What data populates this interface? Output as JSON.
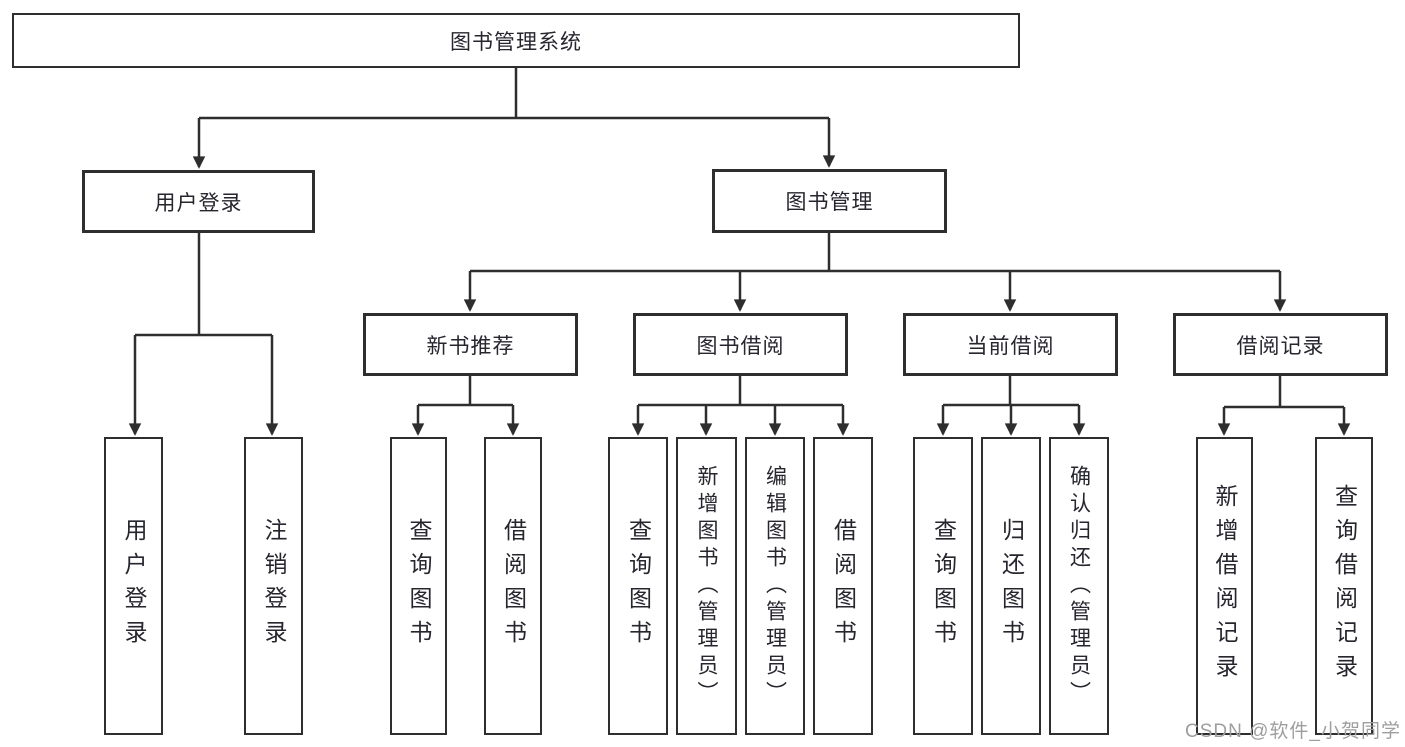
{
  "diagram": {
    "nodes": {
      "root": "图书管理系统",
      "user_login": "用户登录",
      "book_mgmt": "图书管理",
      "new_book": "新书推荐",
      "book_borrow": "图书借阅",
      "current_borrow": "当前借阅",
      "borrow_records": "借阅记录",
      "ul_login": "用户登录",
      "ul_logout": "注销登录",
      "nb_query": "查询图书",
      "nb_borrow": "借阅图书",
      "bb_query": "查询图书",
      "bb_add": "新增图书（管理员）",
      "bb_edit": "编辑图书（管理员）",
      "bb_borrow": "借阅图书",
      "cb_query": "查询图书",
      "cb_return": "归还图书",
      "cb_confirm": "确认归还（管理员）",
      "br_add": "新增借阅记录",
      "br_query": "查询借阅记录"
    },
    "hierarchy": [
      {
        "parent": "图书管理系统",
        "children": [
          "用户登录",
          "图书管理"
        ]
      },
      {
        "parent": "用户登录",
        "children": [
          "用户登录",
          "注销登录"
        ]
      },
      {
        "parent": "图书管理",
        "children": [
          "新书推荐",
          "图书借阅",
          "当前借阅",
          "借阅记录"
        ]
      },
      {
        "parent": "新书推荐",
        "children": [
          "查询图书",
          "借阅图书"
        ]
      },
      {
        "parent": "图书借阅",
        "children": [
          "查询图书",
          "新增图书（管理员）",
          "编辑图书（管理员）",
          "借阅图书"
        ]
      },
      {
        "parent": "当前借阅",
        "children": [
          "查询图书",
          "归还图书",
          "确认归还（管理员）"
        ]
      },
      {
        "parent": "借阅记录",
        "children": [
          "新增借阅记录",
          "查询借阅记录"
        ]
      }
    ],
    "colors": {
      "line": "#2e2e2e",
      "text": "#26262e",
      "box_fill": "#ffffff",
      "background": "#ffffff",
      "watermark": "#9e9e9e"
    },
    "watermark": "CSDN @软件_小贺同学"
  }
}
